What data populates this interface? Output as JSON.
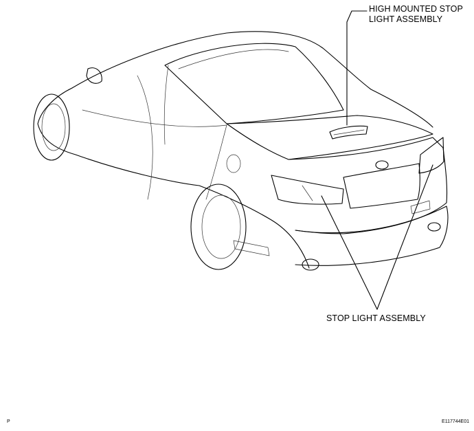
{
  "labels": {
    "high_mounted_line1": "HIGH MOUNTED STOP",
    "high_mounted_line2": "LIGHT ASSEMBLY",
    "stop_light": "STOP LIGHT ASSEMBLY",
    "corner_left": "P",
    "figure_code": "E117744E01"
  },
  "colors": {
    "line": "#000000",
    "background": "#ffffff"
  }
}
